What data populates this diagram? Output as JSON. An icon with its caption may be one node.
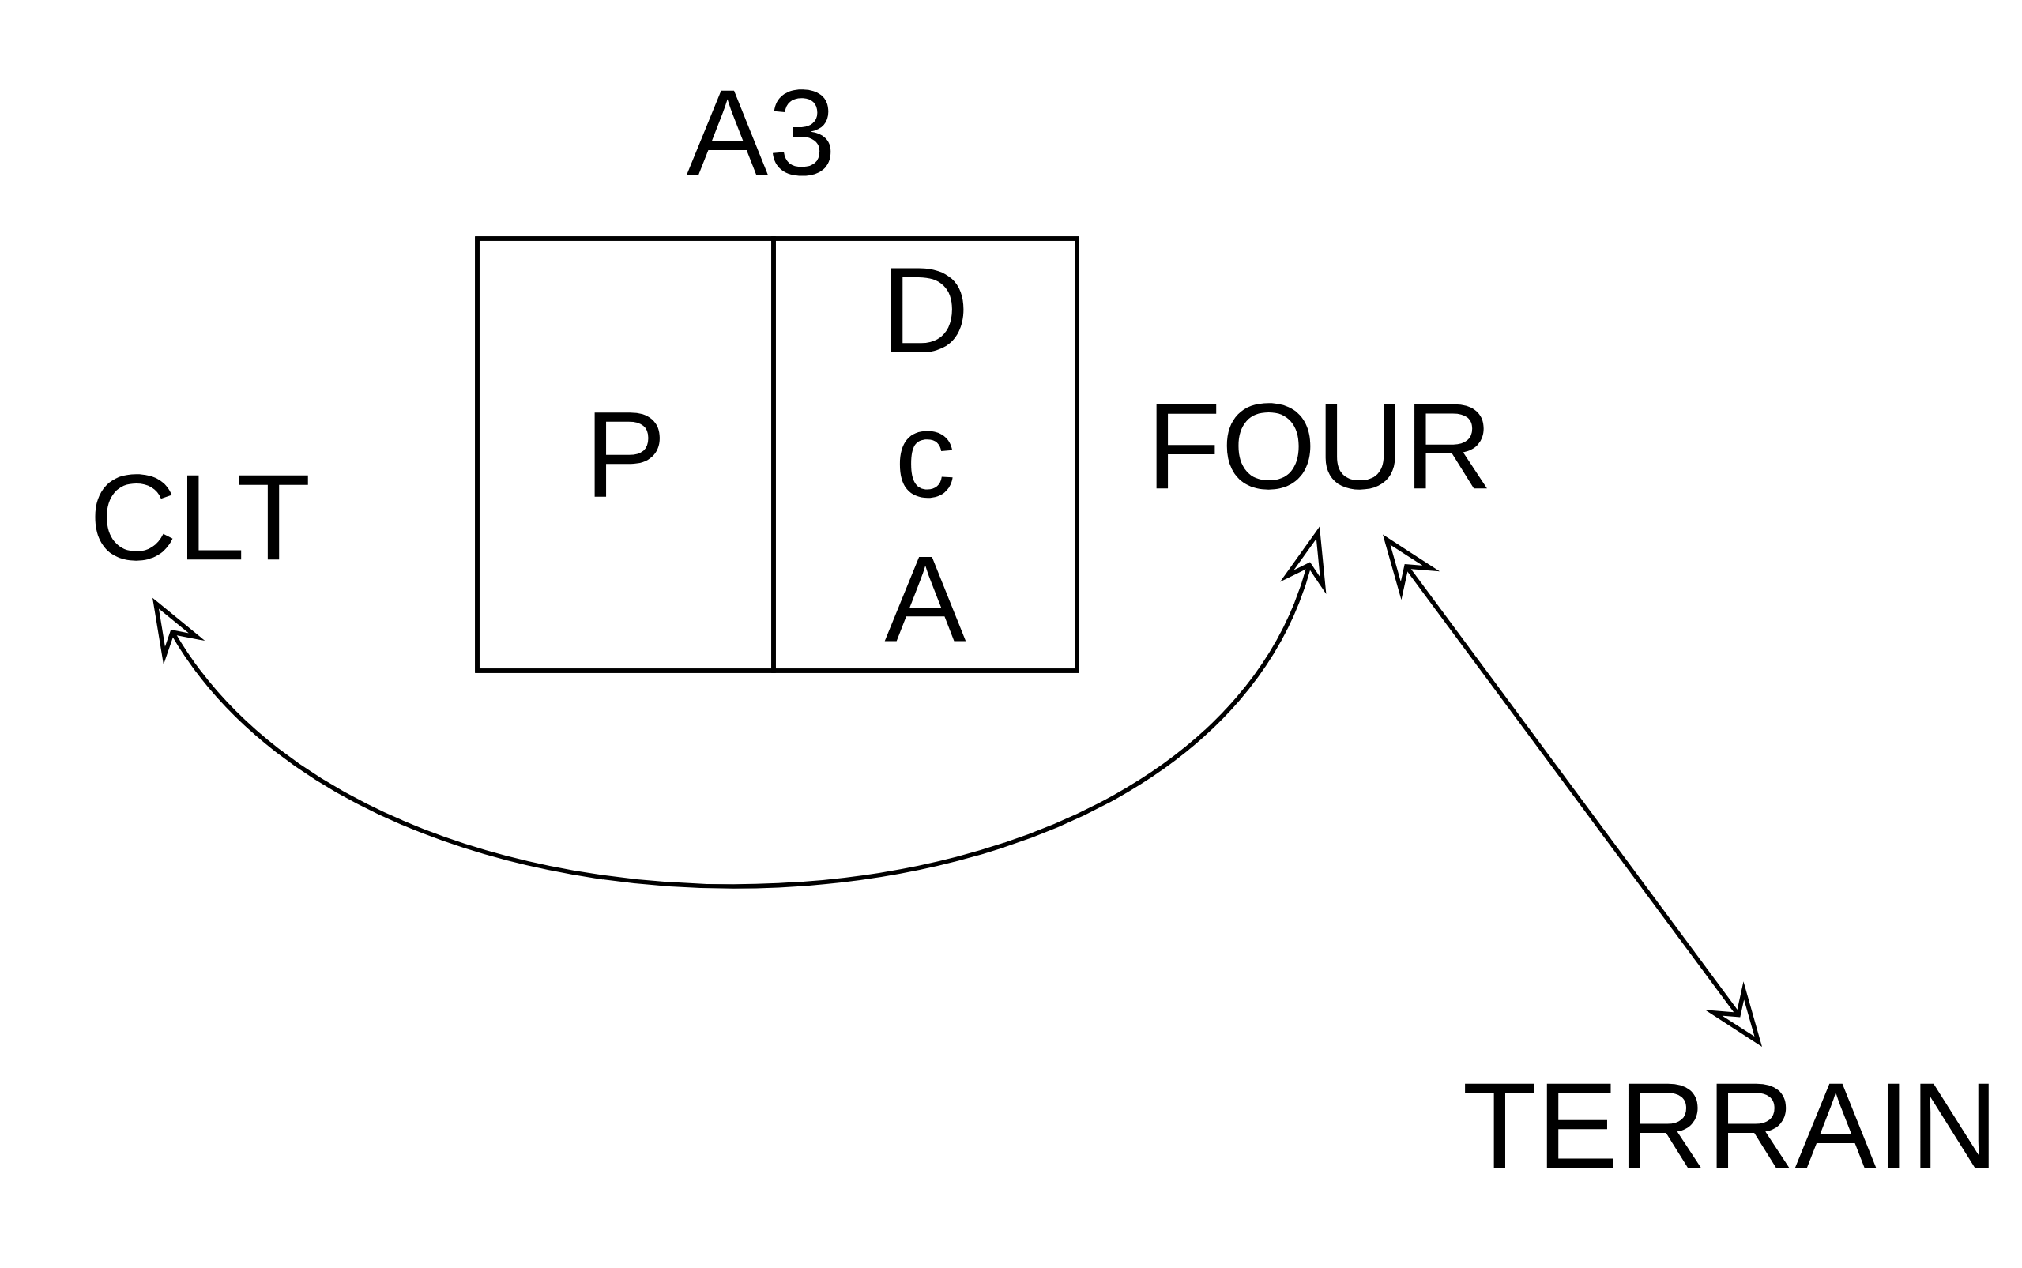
{
  "diagram": {
    "nodes": [
      {
        "text": [
          "A3"
        ]
      },
      {
        "text": [
          "P"
        ],
        "in": 0
      },
      {
        "text": [
          "D c A"
        ],
        "in": 0
      },
      {
        "text": [
          "CLT"
        ]
      },
      {
        "text": [
          "FOUR"
        ]
      },
      {
        "text": [
          "TERRAIN"
        ]
      }
    ],
    "edges": [
      {
        "from": 3,
        "to": 4,
        "arrow": "both"
      },
      {
        "from": 4,
        "to": 5,
        "arrow": "both"
      }
    ]
  }
}
